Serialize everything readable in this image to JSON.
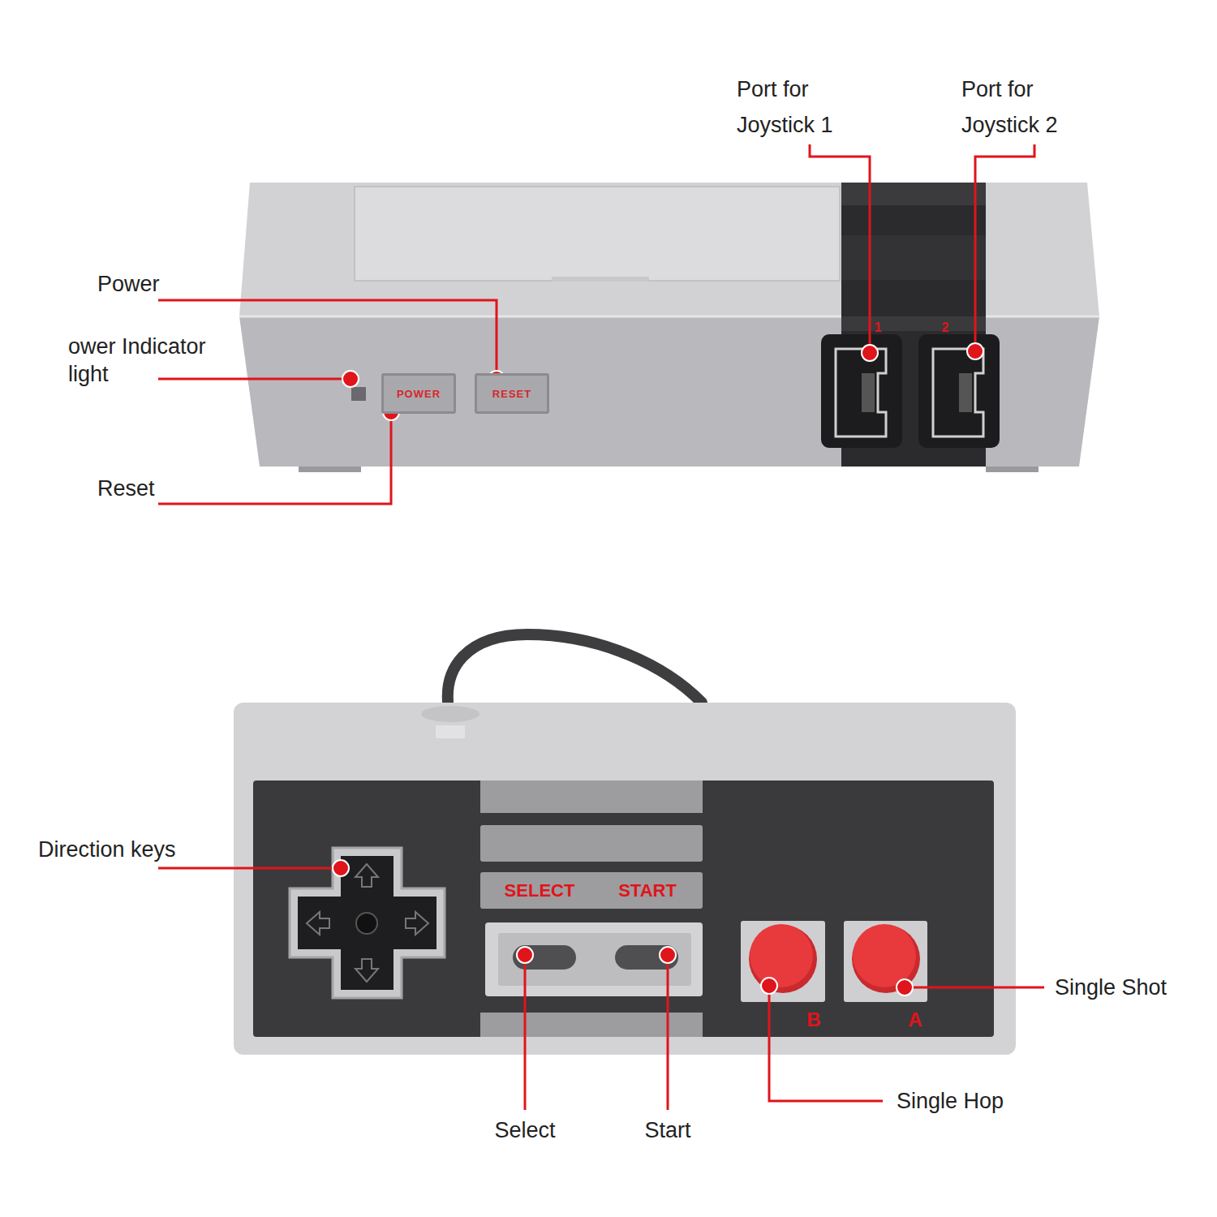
{
  "diagram": {
    "nodes": [
      {
        "text": [
          "POWER"
        ]
      },
      {
        "text": [
          "RESET"
        ]
      }
    ],
    "labels": [
      "Port for Joystick 1",
      "Port for Joystick 2",
      "Power",
      "ower Indicator light",
      "1",
      "2",
      "Reset",
      "Direction keys",
      "SELECT",
      "START",
      "Single Shot",
      "B",
      "A",
      "Single Hop",
      "Select",
      "Start"
    ]
  }
}
